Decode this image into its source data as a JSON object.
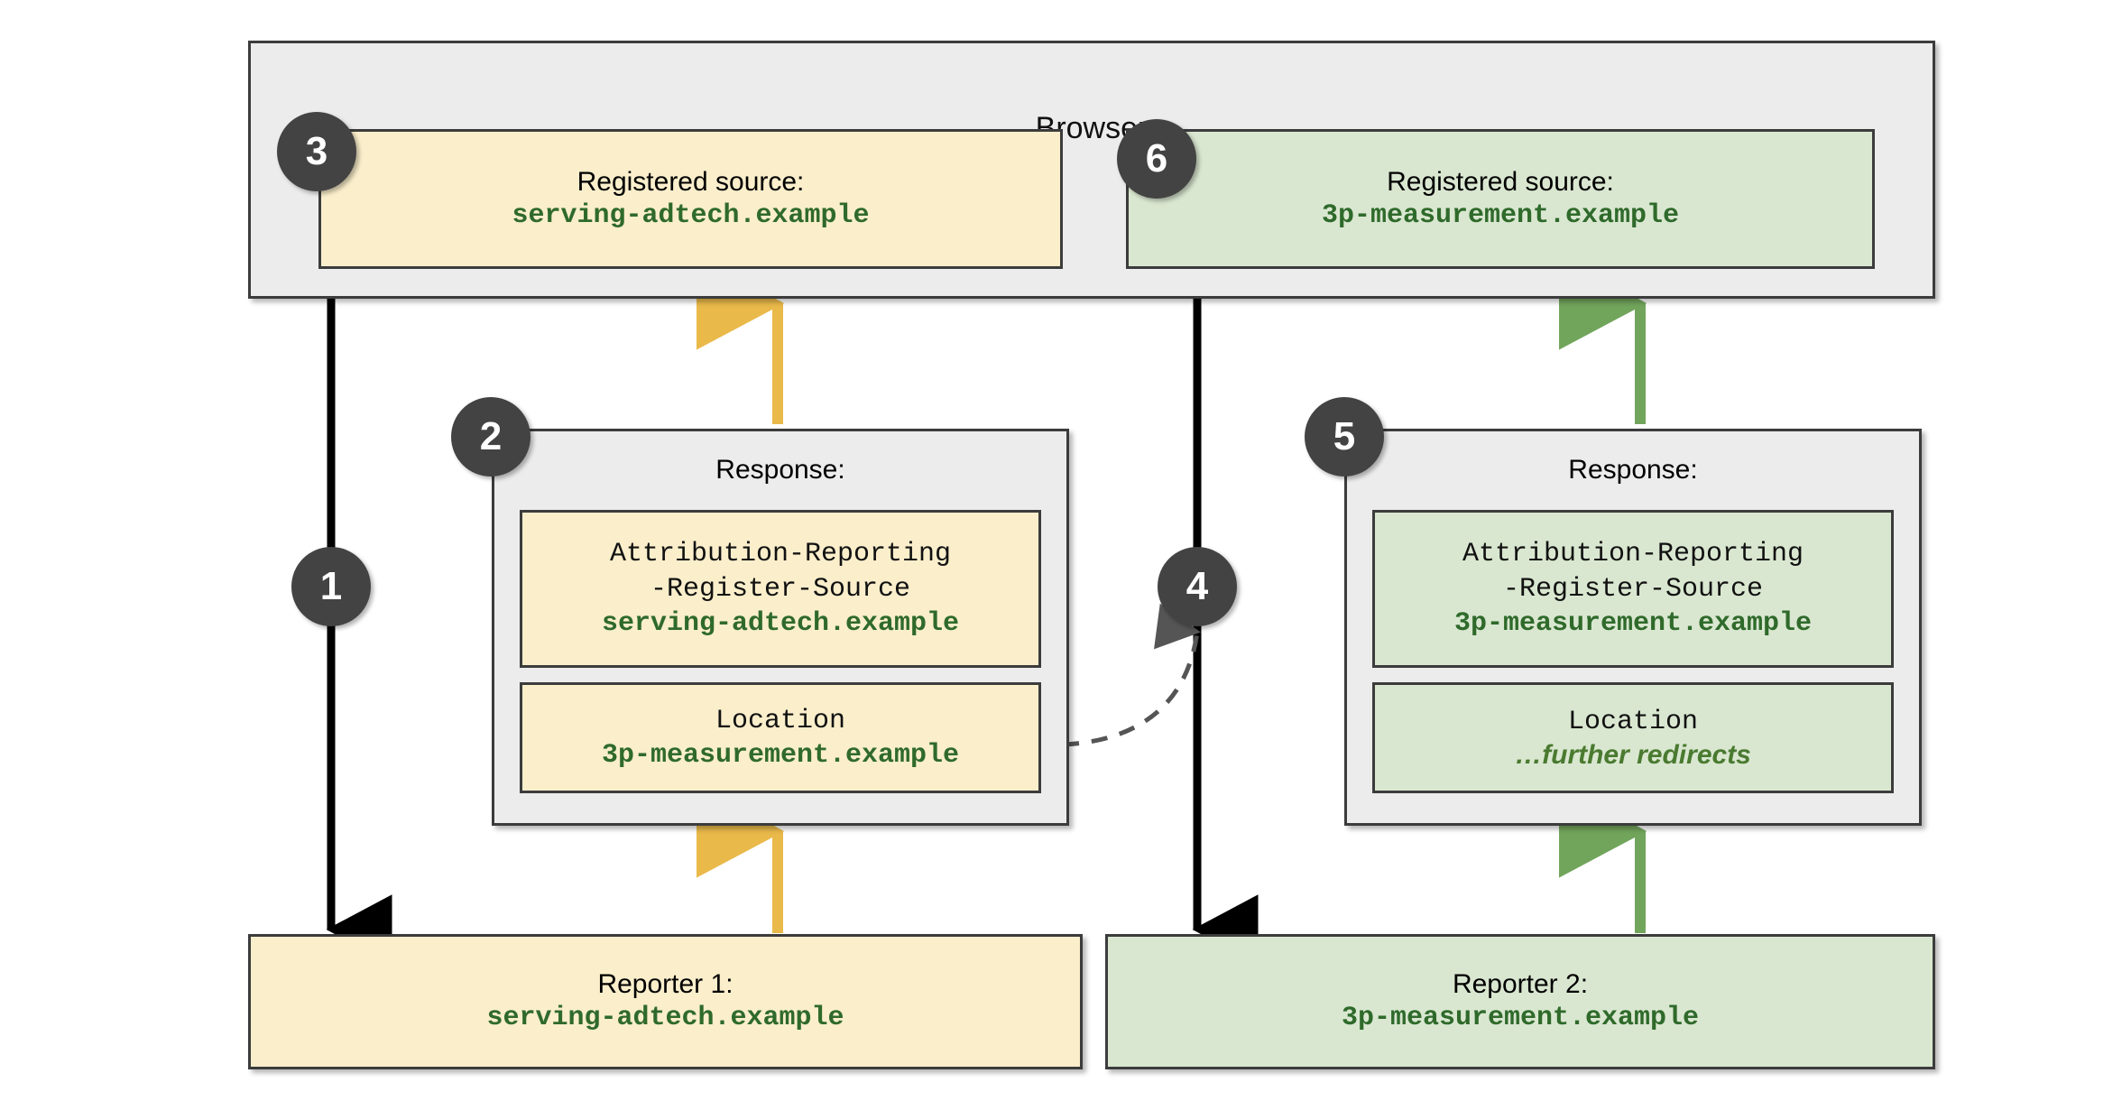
{
  "browser": {
    "title": "Browser",
    "registered_source_label": "Registered source:",
    "sources": [
      {
        "step": "3",
        "label": "Registered source:",
        "domain": "serving-adtech.example",
        "color": "#faeecb"
      },
      {
        "step": "6",
        "label": "Registered source:",
        "domain": "3p-measurement.example",
        "color": "#d9e7d0"
      }
    ]
  },
  "responses": [
    {
      "step": "2",
      "title": "Response:",
      "color": "#faeecb",
      "header_rows": [
        {
          "name_line1": "Attribution-Reporting",
          "name_line2": "-Register-Source",
          "value": "serving-adtech.example"
        },
        {
          "name_line1": "Location",
          "name_line2": "",
          "value": "3p-measurement.example"
        }
      ]
    },
    {
      "step": "5",
      "title": "Response:",
      "color": "#d9e7d0",
      "header_rows": [
        {
          "name_line1": "Attribution-Reporting",
          "name_line2": "-Register-Source",
          "value": "3p-measurement.example"
        },
        {
          "name_line1": "Location",
          "name_line2": "",
          "value": "…further redirects"
        }
      ]
    }
  ],
  "reporters": [
    {
      "label": "Reporter 1:",
      "domain": "serving-adtech.example",
      "color": "#faeecb"
    },
    {
      "label": "Reporter 2:",
      "domain": "3p-measurement.example",
      "color": "#d9e7d0"
    }
  ],
  "steps": {
    "one": "1",
    "two": "2",
    "three": "3",
    "four": "4",
    "five": "5",
    "six": "6"
  },
  "colors": {
    "yellow_fill": "#faeecb",
    "green_fill": "#d9e7d0",
    "gray_fill": "#ececec",
    "border": "#3c3c3c",
    "badge": "#434343",
    "mono_green": "#2f6a2b",
    "arrow_black": "#000000",
    "arrow_yellow": "#e9b94a",
    "arrow_green": "#72a55c",
    "dashed_gray": "#555555"
  }
}
